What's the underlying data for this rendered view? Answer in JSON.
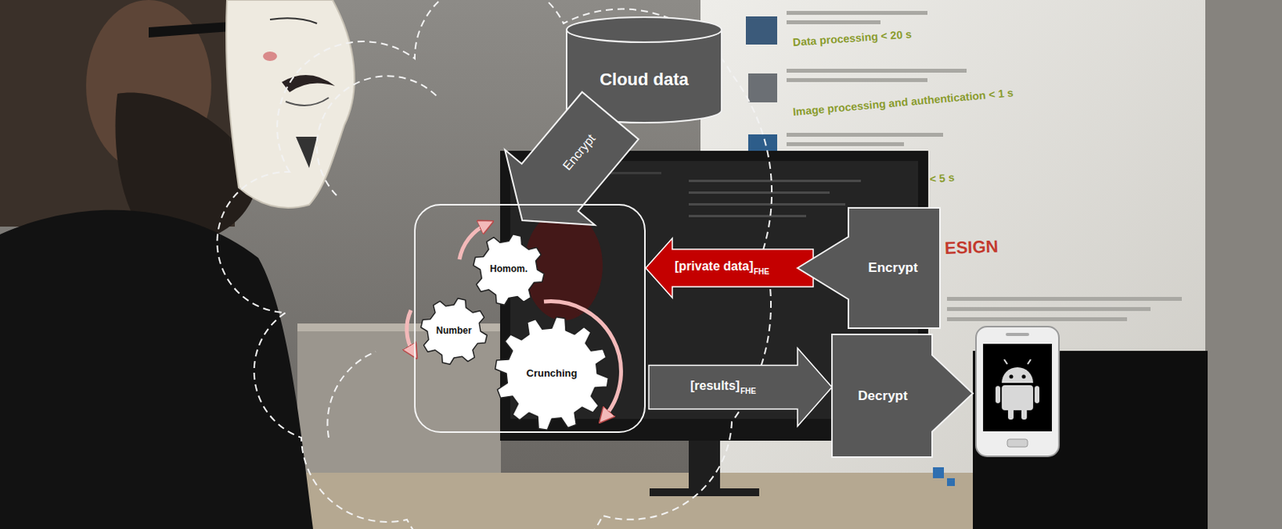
{
  "diagram": {
    "nodes": [
      {
        "text": [
          "Cloud data"
        ]
      },
      {
        "text": [
          "Encrypt"
        ]
      },
      {
        "text": []
      },
      {
        "text": [
          "Homom."
        ],
        "in": 2
      },
      {
        "text": [
          "Number"
        ],
        "in": 2
      },
      {
        "text": [
          "Crunching"
        ],
        "in": 2
      },
      {
        "text": [
          "Encrypt"
        ]
      },
      {
        "text": [
          "Decrypt"
        ]
      }
    ],
    "edges": [
      {
        "from": 6,
        "to": 2,
        "label": "[private data]",
        "arrow": "to"
      },
      {
        "from": 2,
        "to": 7,
        "label": "[results]",
        "arrow": "to"
      }
    ],
    "labels": [
      "FHE",
      "FHE",
      "Data processing < 20 s",
      "Image processing and authentication < 1 s",
      "< 5 s",
      "ESIGN"
    ]
  }
}
